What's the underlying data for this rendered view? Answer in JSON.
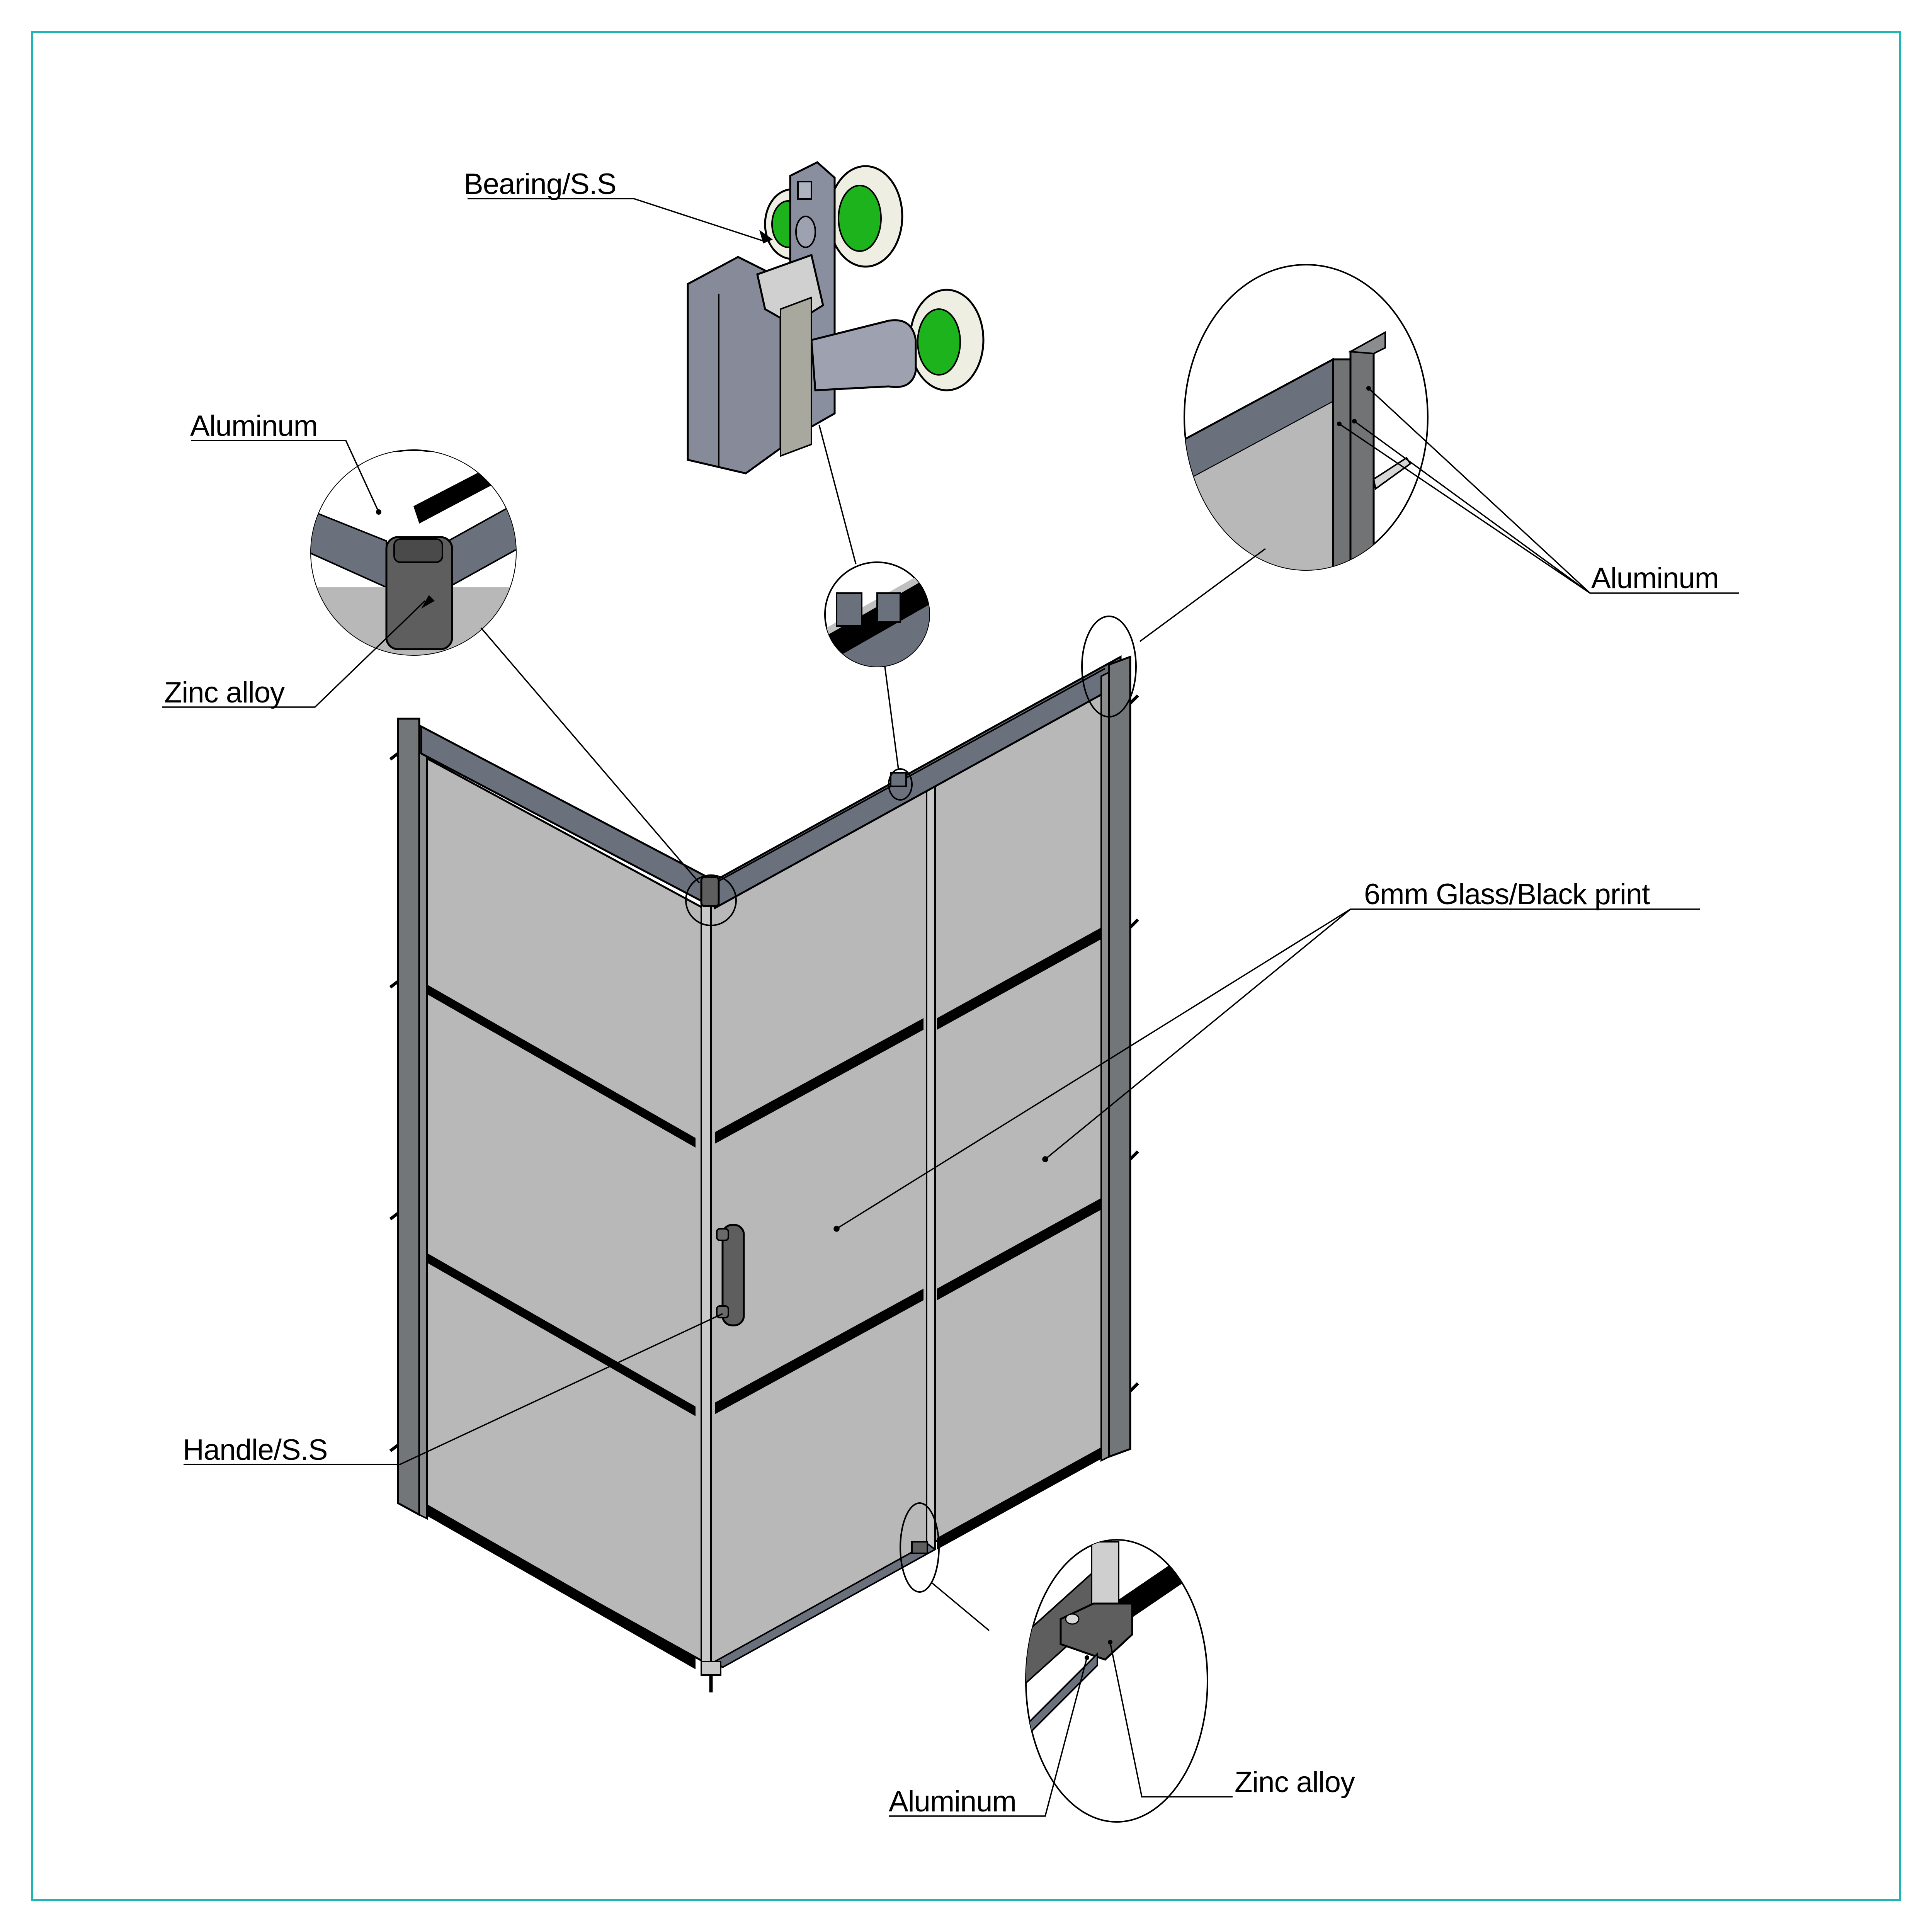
{
  "diagram": {
    "title": "Shower enclosure material callouts",
    "border_color": "#1fb5b5",
    "colors": {
      "aluminum_frame": "#6b717c",
      "glass": "#b8b8b8",
      "black_print": "#000000",
      "zinc_alloy": "#5e5e5e",
      "bearing_seal": "#1db31d",
      "roller_wheel": "#efeee2",
      "roller_body": "#8a8fa0"
    }
  },
  "callouts": {
    "bearing": "Bearing/S.S",
    "top_corner_aluminum": "Aluminum",
    "top_corner_zinc": "Zinc alloy",
    "wall_profile_aluminum": "Aluminum",
    "glass": "6mm Glass/Black print",
    "handle": "Handle/S.S",
    "bottom_aluminum": "Aluminum",
    "bottom_zinc": "Zinc alloy"
  }
}
